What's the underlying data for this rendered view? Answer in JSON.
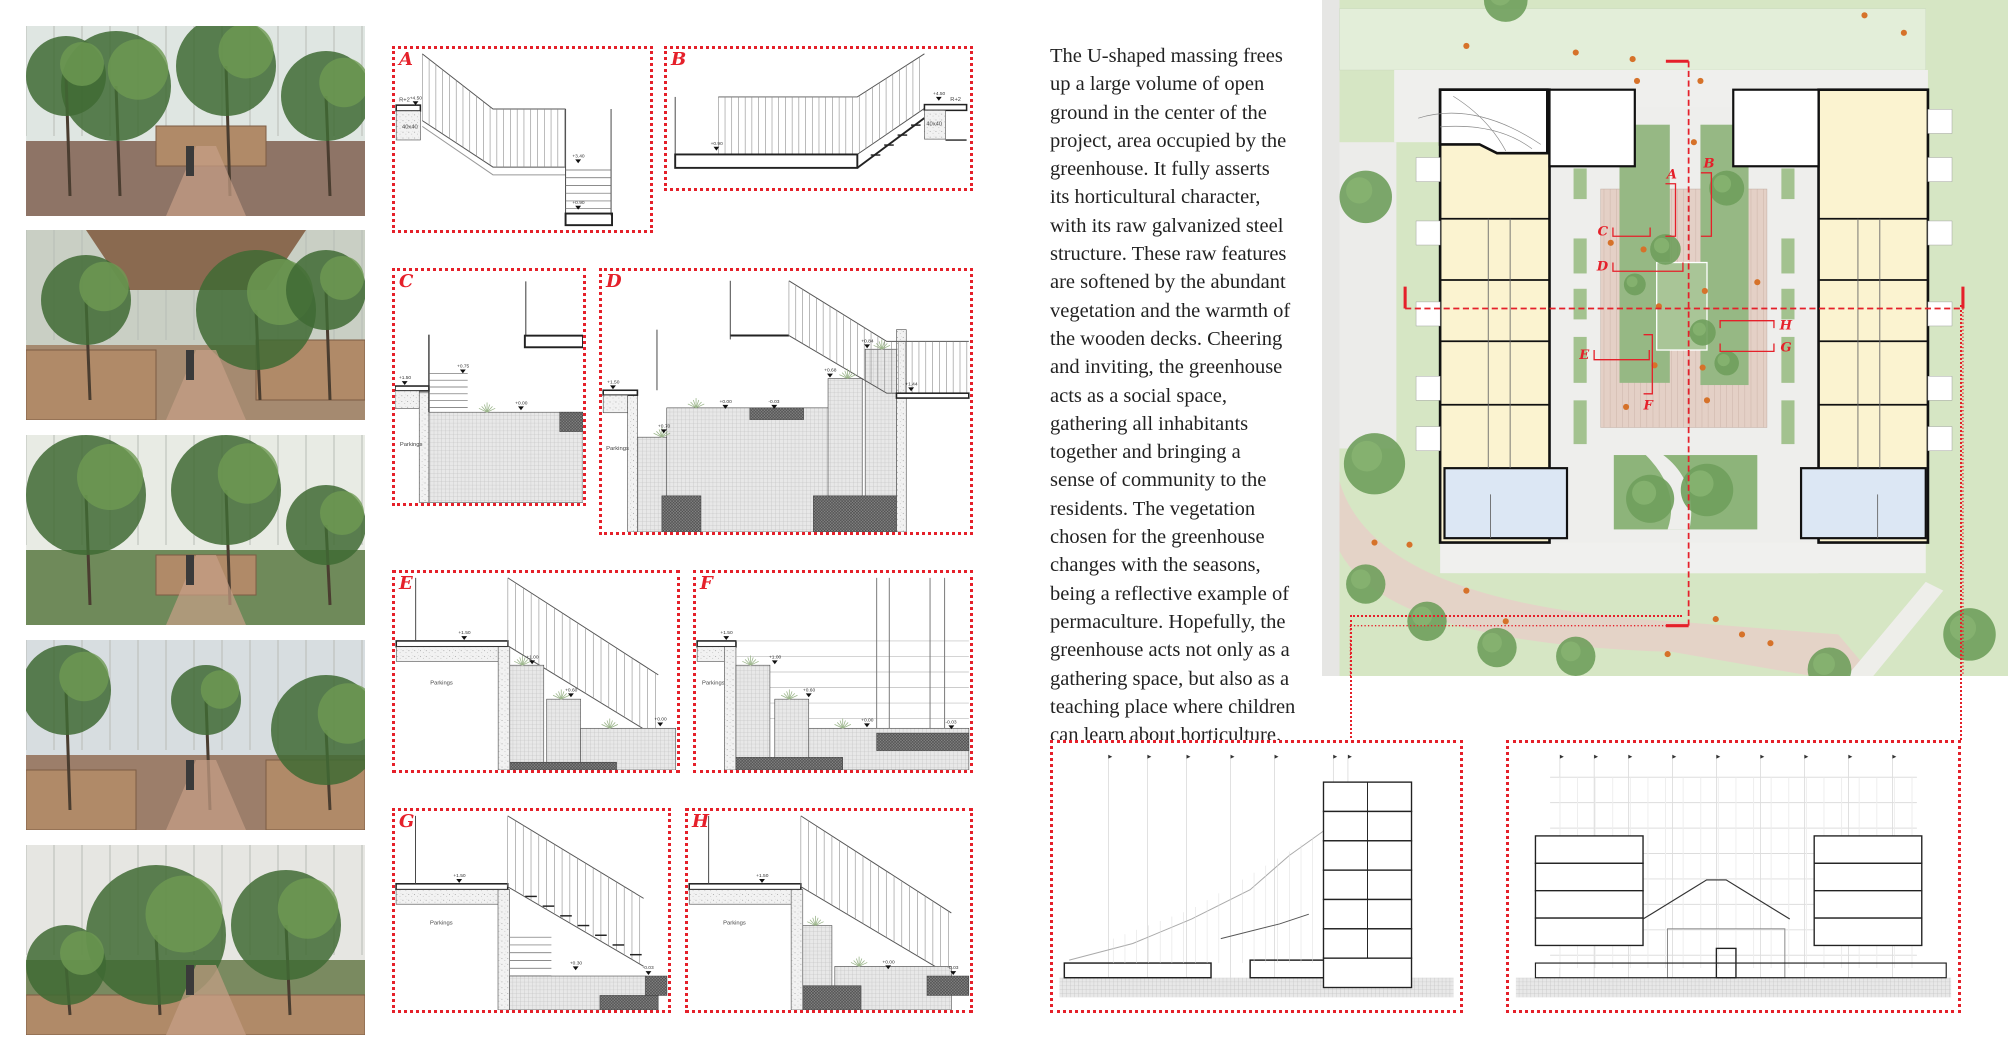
{
  "description": {
    "lines": [
      "The U-shaped massing frees",
      "up a large volume of open",
      "ground in the center of the",
      "project, area occupied by the",
      "greenhouse. It fully asserts",
      "its horticultural character,",
      "with its raw galvanized steel",
      "structure. These raw features",
      "are softened by the abundant",
      "vegetation and the warmth of",
      "the wooden decks. Cheering",
      "and inviting, the greenhouse",
      "acts as a social space,",
      "gathering all inhabitants",
      "together and bringing a",
      "sense of community to the",
      "residents. The vegetation",
      "chosen for the greenhouse",
      "changes with the seasons,",
      "being a reflective example of",
      "permaculture. Hopefully, the",
      "greenhouse acts not only as a",
      "gathering space, but also as a",
      "teaching place where children",
      "can learn about horticulture."
    ]
  },
  "details": [
    {
      "label": "A",
      "marks": [
        "+4.50",
        "+3.40",
        "+0.90"
      ],
      "notes": [
        "R+2",
        "40x40"
      ]
    },
    {
      "label": "B",
      "marks": [
        "+0.90",
        "+4.50"
      ],
      "notes": [
        "R+2",
        "40x40"
      ]
    },
    {
      "label": "C",
      "marks": [
        "+1.50",
        "+0.75",
        "+0.00"
      ],
      "notes": [
        "Parkings"
      ]
    },
    {
      "label": "D",
      "marks": [
        "+1.50",
        "+0.70",
        "+0.00",
        "-0.03",
        "+0.68",
        "+0.84",
        "+1.44"
      ],
      "notes": [
        "Parkings"
      ]
    },
    {
      "label": "E",
      "marks": [
        "+1.50",
        "+1.00",
        "+0.60",
        "+0.00"
      ],
      "notes": [
        "Parkings"
      ]
    },
    {
      "label": "F",
      "marks": [
        "+1.50",
        "+1.00",
        "+0.60",
        "+0.00",
        "-0.03"
      ],
      "notes": [
        "Parkings"
      ]
    },
    {
      "label": "G",
      "marks": [
        "+1.50",
        "+0.30",
        "-0.03"
      ],
      "notes": [
        "Parkings"
      ]
    },
    {
      "label": "H",
      "marks": [
        "+1.50",
        "+0.00",
        "-0.03"
      ],
      "notes": [
        "Parkings"
      ]
    }
  ],
  "plan": {
    "section_labels": [
      "A",
      "B",
      "C",
      "D",
      "E",
      "F",
      "G",
      "H"
    ]
  },
  "colors": {
    "accent_red": "#e5202a",
    "housing_yellow": "#fbf3d0",
    "housing_blue": "#dce7f4",
    "lawn_green": "#d6e6c4",
    "deck_wood": "#e4d0c6"
  }
}
